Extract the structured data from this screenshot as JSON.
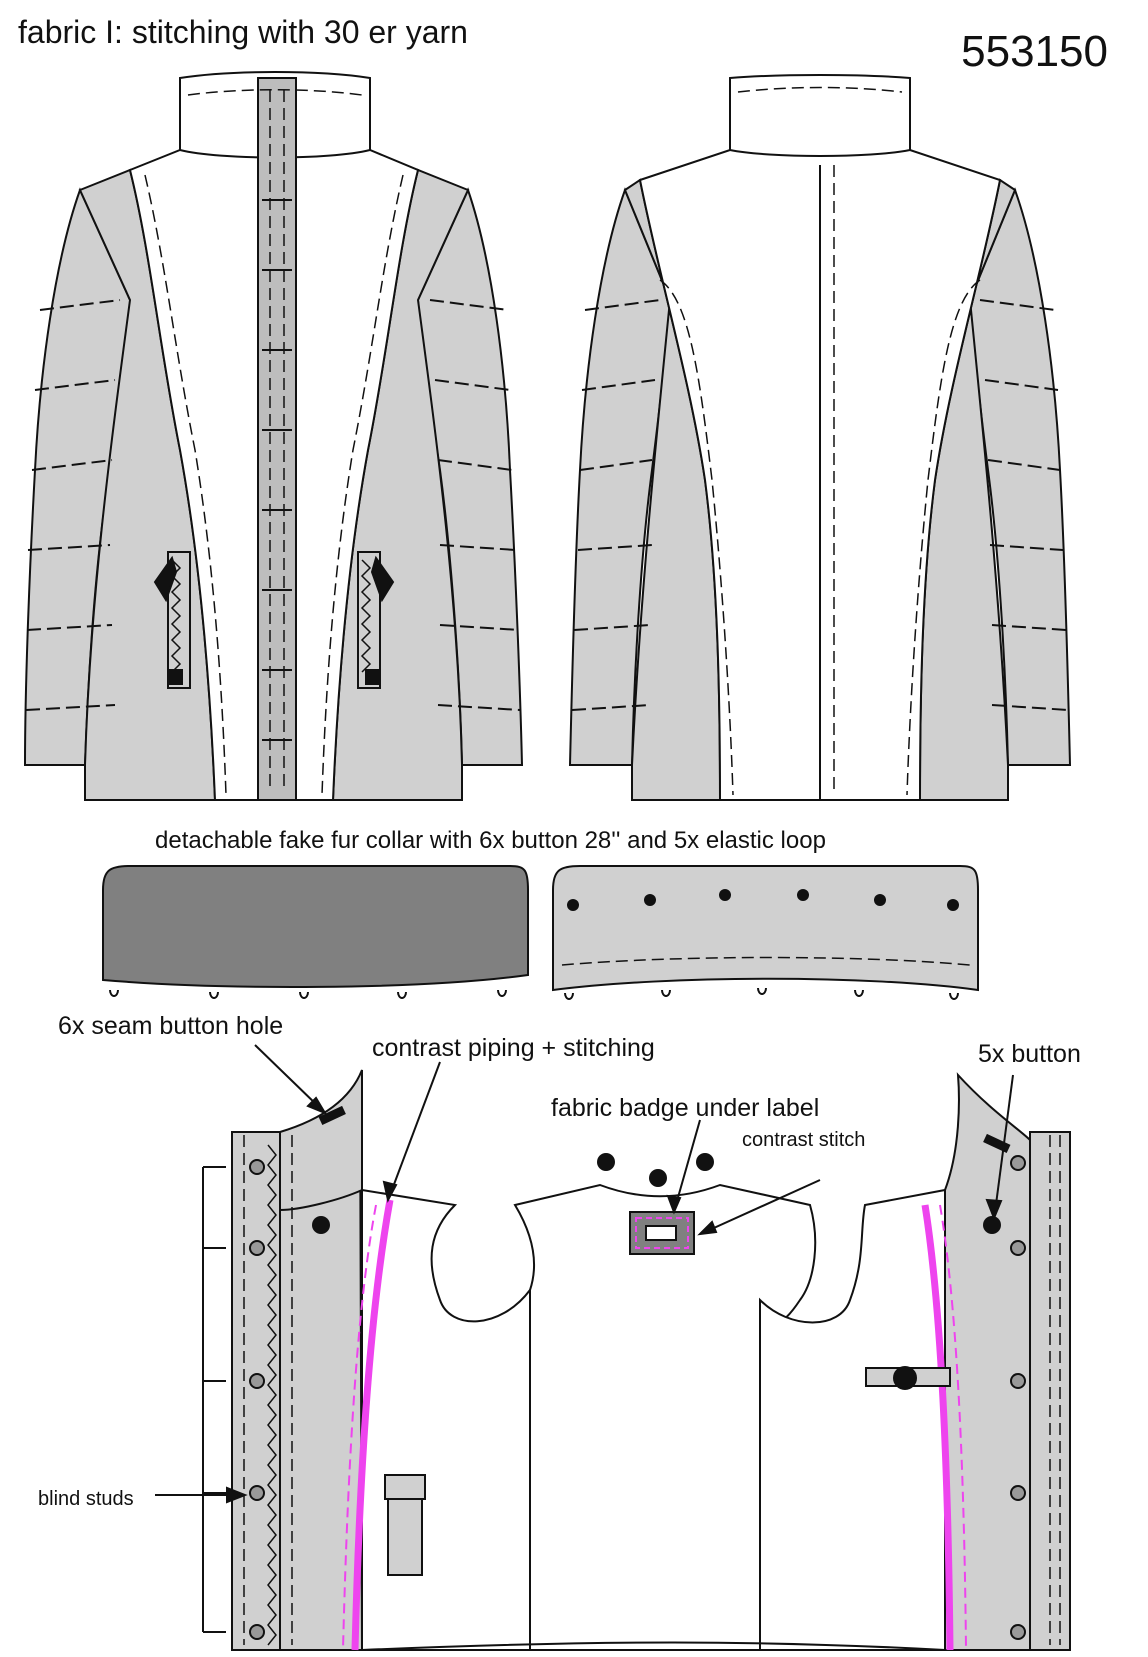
{
  "header": {
    "title": "fabric I: stitching with 30 er yarn",
    "style_number": "553150"
  },
  "collar": {
    "note": "detachable fake fur collar with 6x button 28'' and 5x elastic loop"
  },
  "callouts": {
    "seam_button_hole": "6x seam button hole",
    "contrast_piping": "contrast piping + stitching",
    "fabric_badge": "fabric badge under label",
    "contrast_stitch": "contrast stitch",
    "button": "5x button",
    "blind_studs": "blind studs"
  },
  "colors": {
    "sleeve_grey": "#d0d0d0",
    "fur_dark": "#808080",
    "piping_pink": "#ee44ee",
    "outline": "#111111"
  }
}
